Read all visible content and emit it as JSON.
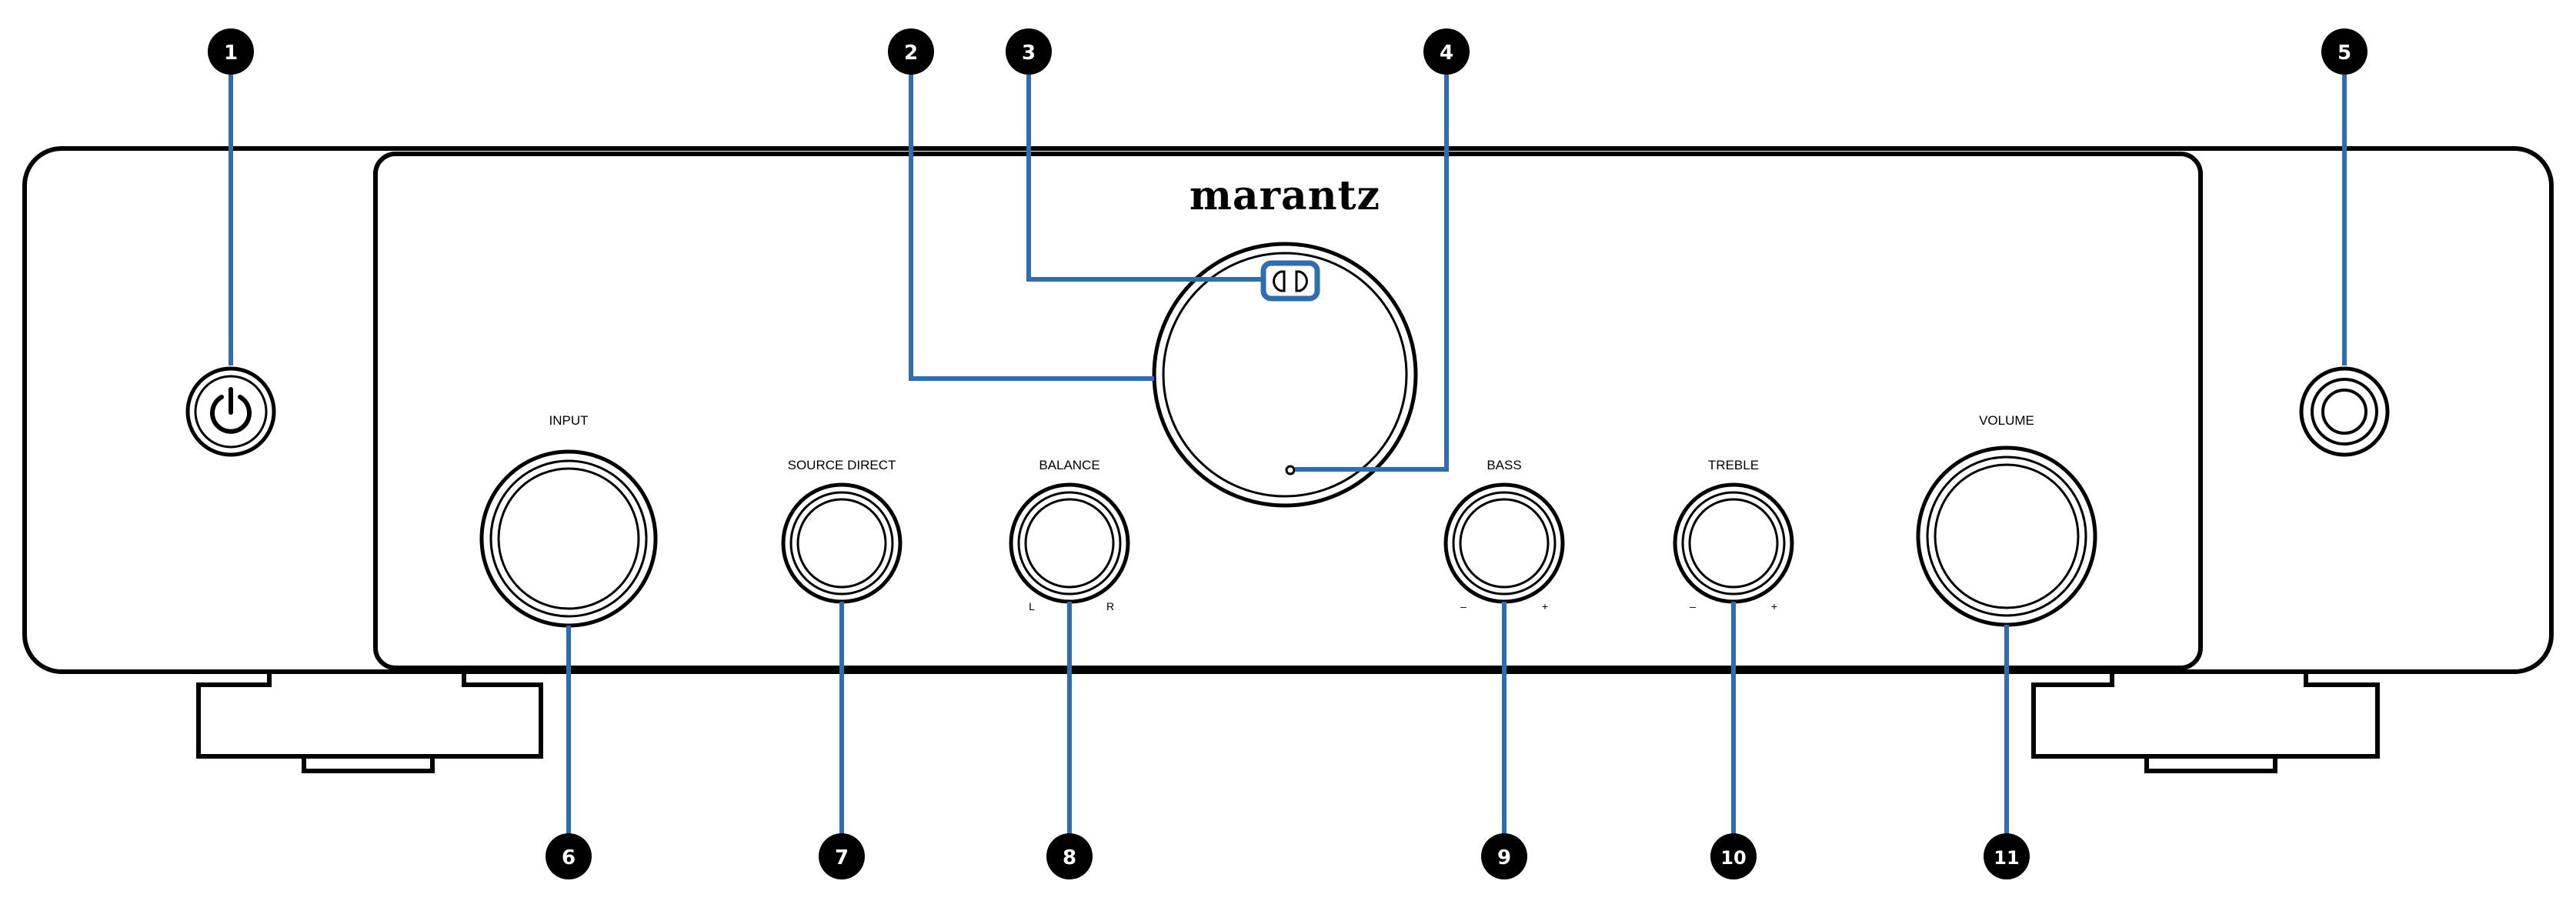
{
  "brand": "marantz",
  "labels": {
    "input": "INPUT",
    "source_direct": "SOURCE DIRECT",
    "balance": "BALANCE",
    "balance_left": "L",
    "balance_right": "R",
    "bass": "BASS",
    "bass_minus": "–",
    "bass_plus": "+",
    "treble": "TREBLE",
    "treble_minus": "–",
    "treble_plus": "+",
    "volume": "VOLUME"
  },
  "callouts": [
    "1",
    "2",
    "3",
    "4",
    "5",
    "6",
    "7",
    "8",
    "9",
    "10",
    "11"
  ],
  "colors": {
    "leader": "#2e6db0",
    "line": "#000000",
    "background": "#ffffff"
  }
}
